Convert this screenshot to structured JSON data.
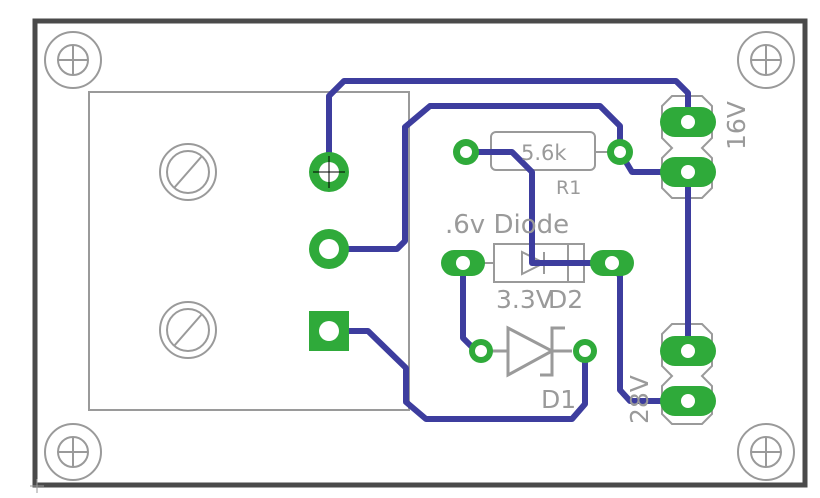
{
  "colors": {
    "background": "#ffffff",
    "board_outline": "#4a4a4a",
    "silkscreen": "#9a9a9a",
    "trace": "#3d3d9e",
    "copper_pad": "#2faa3a",
    "hole": "#ffffff"
  },
  "labels": {
    "r1_value": "5.6k",
    "r1_name": "R1",
    "diode_value": ".6v Diode",
    "zener_value": "3.3V",
    "zener_name": "D1",
    "diode_name": "D2",
    "conn_top_voltage": "16V",
    "conn_bottom_voltage": "28V"
  },
  "components": {
    "mounting_holes": [
      "hole-top-left",
      "hole-top-right",
      "hole-bottom-left",
      "hole-bottom-right"
    ],
    "terminal_block": {
      "screws": 2,
      "pins": 3
    },
    "resistor": "R1",
    "diodes": [
      "D2",
      "D1"
    ],
    "connectors": [
      "16V",
      "28V"
    ]
  }
}
